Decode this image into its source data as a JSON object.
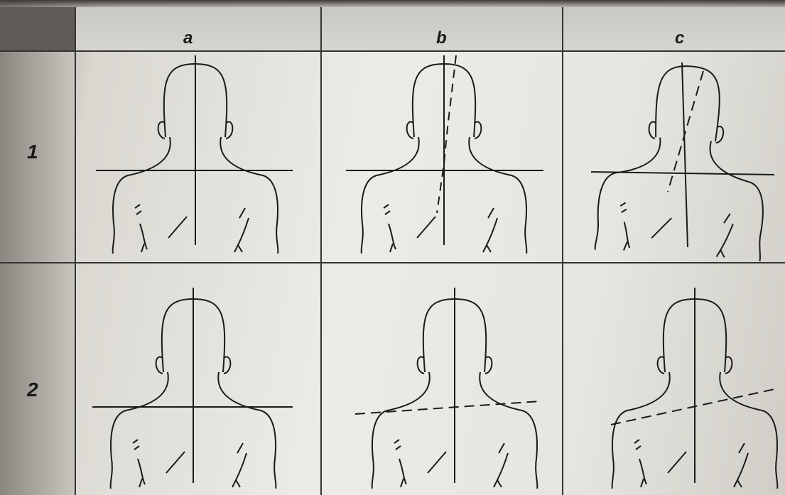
{
  "columns": [
    {
      "label": "a"
    },
    {
      "label": "b"
    },
    {
      "label": "c"
    }
  ],
  "rows": [
    {
      "label": "1"
    },
    {
      "label": "2"
    }
  ],
  "colors": {
    "ink": "#1a1a1a",
    "paper": "#ecebe6",
    "header": "#d2d0ca"
  }
}
